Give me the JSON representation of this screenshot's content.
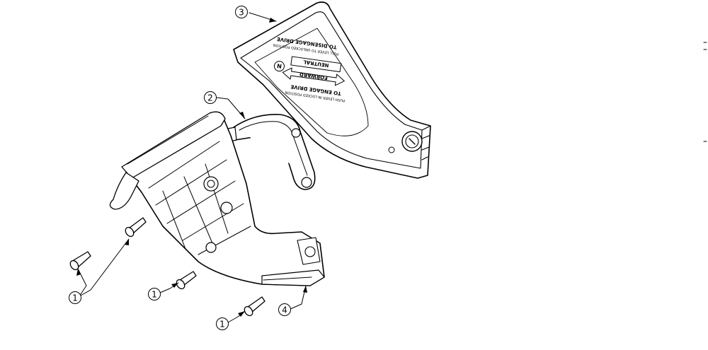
{
  "callouts": [
    {
      "id": "1",
      "label": "1"
    },
    {
      "id": "2",
      "label": "2"
    },
    {
      "id": "3",
      "label": "3"
    },
    {
      "id": "4",
      "label": "4"
    }
  ],
  "decal": {
    "forward": "FORWARD",
    "neutral": "NEUTRAL",
    "neutral_symbol": "N",
    "top_line": "TO ENGAGE DRIVE",
    "top_subline": "PUSH LEVER IN LOCKED POSITION",
    "bottom_line": "TO DISENGAGE DRIVE",
    "bottom_subline": "PULL LEVER TO UNLOCKED POSITION"
  }
}
